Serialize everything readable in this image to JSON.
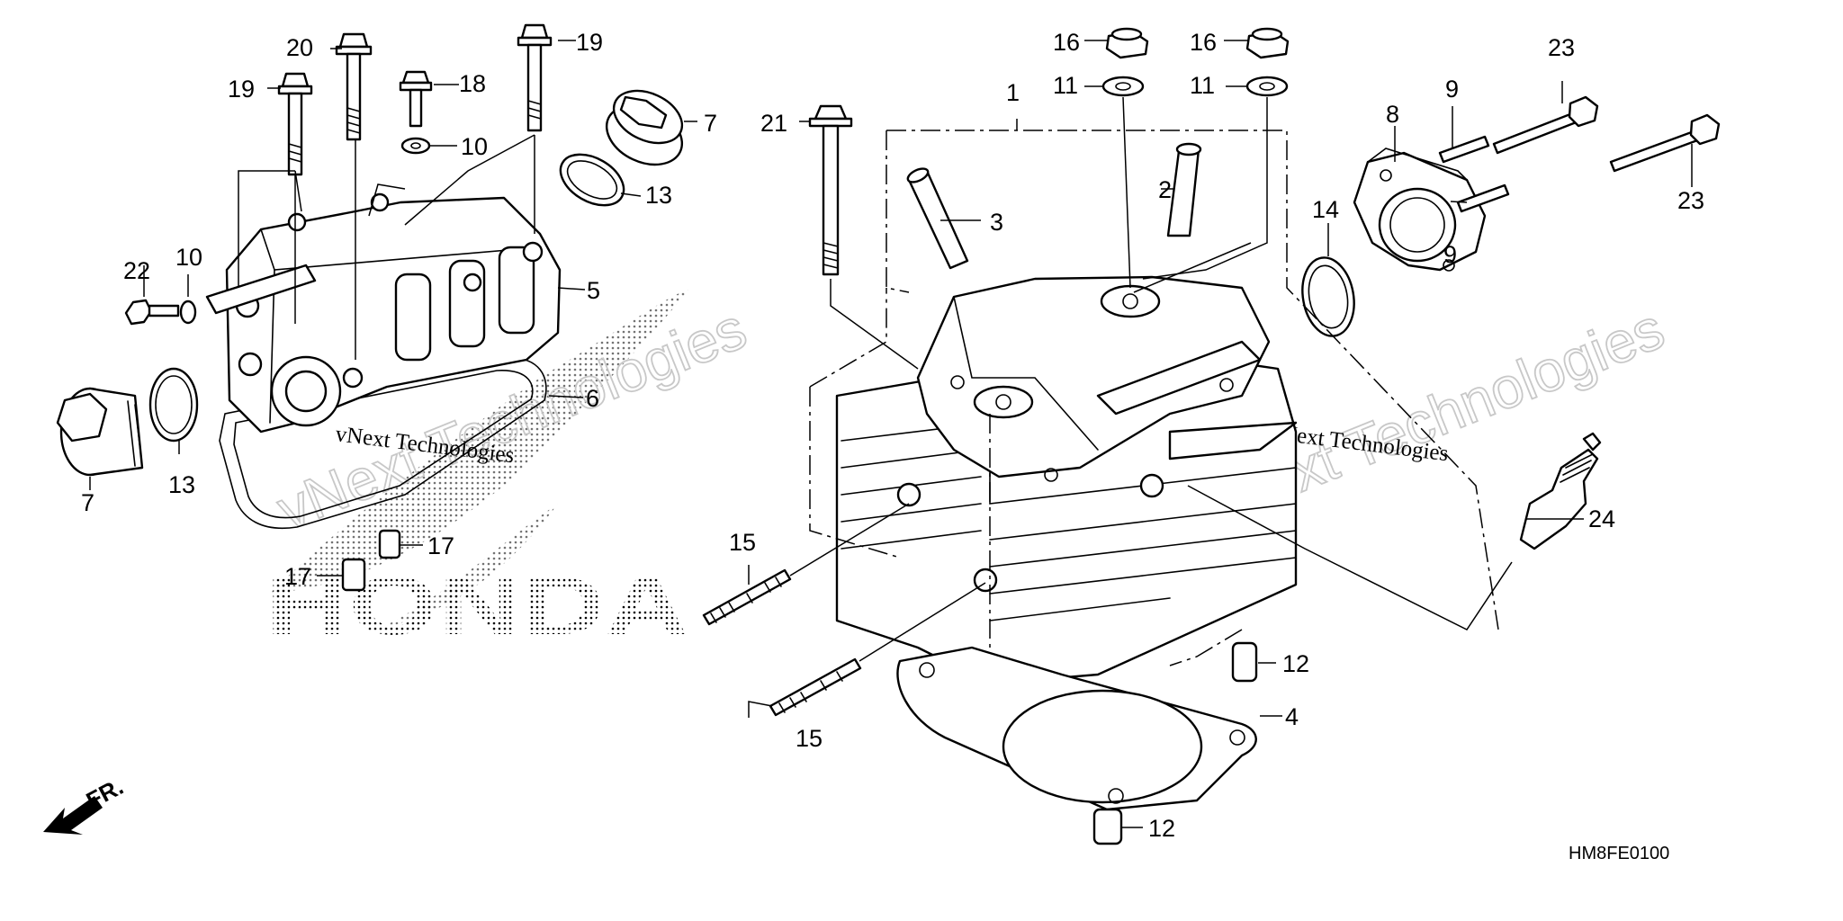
{
  "diagram": {
    "code": "HM8FE0100",
    "front_marker": "FR.",
    "brand_text": "HONDA",
    "watermark": "vNext Technologies",
    "callouts": {
      "c1": "1",
      "c2": "2",
      "c3": "3",
      "c4": "4",
      "c5": "5",
      "c6": "6",
      "c7a": "7",
      "c7b": "7",
      "c8": "8",
      "c9a": "9",
      "c9b": "9",
      "c10a": "10",
      "c10b": "10",
      "c11a": "11",
      "c11b": "11",
      "c12a": "12",
      "c12b": "12",
      "c13a": "13",
      "c13b": "13",
      "c14": "14",
      "c15a": "15",
      "c15b": "15",
      "c16a": "16",
      "c16b": "16",
      "c17a": "17",
      "c17b": "17",
      "c18": "18",
      "c19a": "19",
      "c19b": "19",
      "c20": "20",
      "c21": "21",
      "c22": "22",
      "c23a": "23",
      "c23b": "23",
      "c24": "24"
    }
  }
}
